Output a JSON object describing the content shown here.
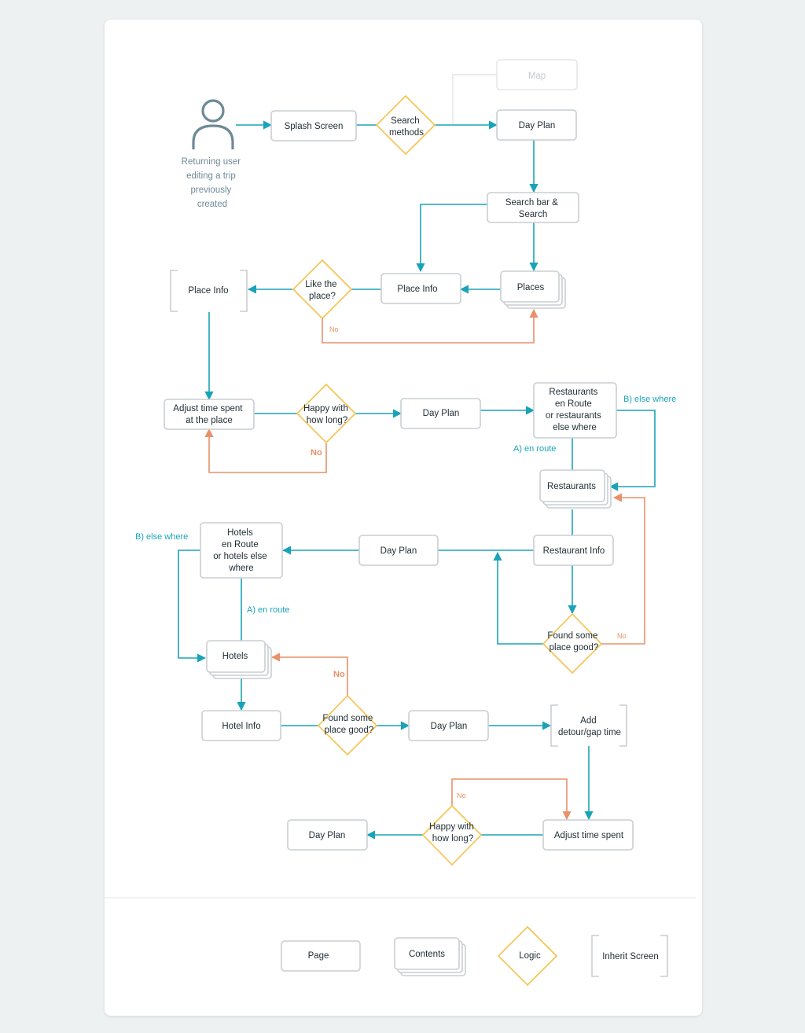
{
  "actor": {
    "lines": [
      "Returning user",
      "editing a trip",
      "previously",
      "created"
    ]
  },
  "nodes": {
    "splash": "Splash Screen",
    "search_methods": [
      "Search",
      "methods"
    ],
    "map": "Map",
    "day_plan_1": "Day Plan",
    "search_bar": [
      "Search bar &",
      "Search"
    ],
    "places": "Places",
    "place_info_page": "Place Info",
    "like_place": [
      "Like the",
      "place?"
    ],
    "place_info_inherit": "Place Info",
    "adjust_time_place": [
      "Adjust time spent",
      "at the place"
    ],
    "happy_1": [
      "Happy with",
      "how long?"
    ],
    "day_plan_2": "Day Plan",
    "restaurants_choice": [
      "Restaurants",
      "en Route",
      "or restaurants",
      "else where"
    ],
    "restaurants": "Restaurants",
    "restaurant_info": "Restaurant Info",
    "day_plan_3": "Day Plan",
    "hotels_choice": [
      "Hotels",
      "en Route",
      "or hotels else",
      "where"
    ],
    "found_good_1": [
      "Found some",
      "place good?"
    ],
    "hotels": "Hotels",
    "hotel_info": "Hotel Info",
    "found_good_2": [
      "Found some",
      "place good?"
    ],
    "day_plan_4": "Day Plan",
    "add_detour": [
      "Add",
      "detour/gap time"
    ],
    "adjust_time": "Adjust time spent",
    "happy_2": [
      "Happy with",
      "how long?"
    ],
    "day_plan_5": "Day Plan"
  },
  "edge_labels": {
    "no": "No",
    "b_else_where": "B) else where",
    "a_en_route": "A) en route"
  },
  "legend": {
    "page": "Page",
    "contents": "Contents",
    "logic": "Logic",
    "inherit": "Inherit Screen"
  },
  "colors": {
    "background": "#eef1f2",
    "card": "#ffffff",
    "flow": "#1aa3b8",
    "no_flow": "#e8916a",
    "logic": "#f5c24c",
    "node_border": "#c9ced2",
    "actor": "#6f8a96",
    "faded": "#e4e7e9"
  }
}
